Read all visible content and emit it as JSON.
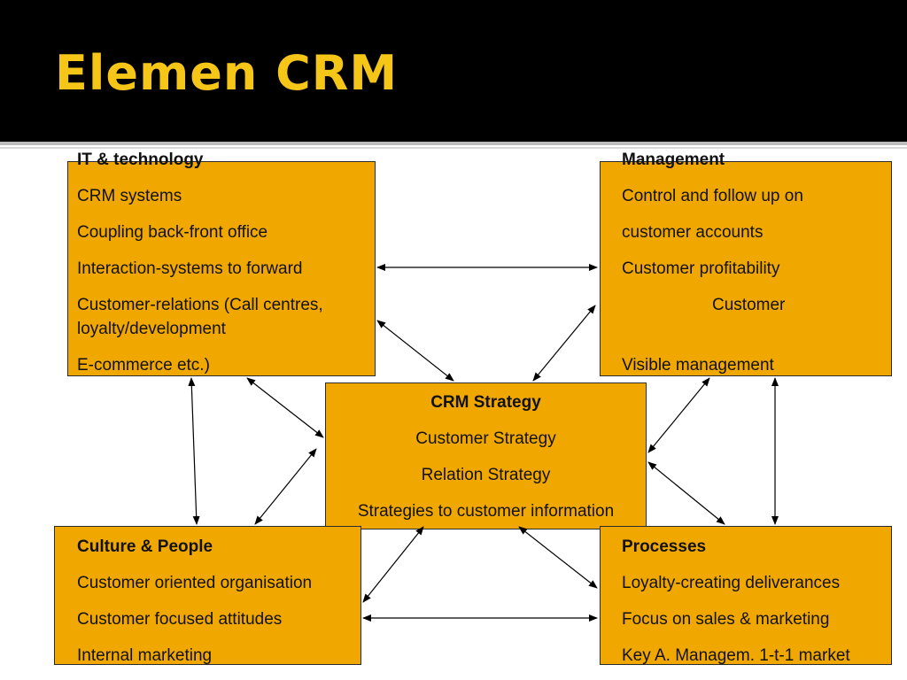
{
  "slide": {
    "title": "Elemen CRM"
  },
  "it_box": {
    "heading": "IT & technology",
    "line1": "CRM systems",
    "line2": "Coupling back-front office",
    "line3": "Interaction-systems to forward",
    "line4": "Customer-relations (Call centres,",
    "line5": "loyalty/development",
    "line6": "E-commerce etc.)"
  },
  "management_box": {
    "heading": "Management",
    "line1": "Control and follow up on",
    "line2": "customer accounts",
    "line3": "Customer profitability",
    "line4": "Customer",
    "line5": "Visible management"
  },
  "strategy_box": {
    "heading": "CRM Strategy",
    "line1": "Customer Strategy",
    "line2": "Relation Strategy",
    "line3": "Strategies to customer information"
  },
  "culture_box": {
    "heading": "Culture & People",
    "line1": "Customer oriented organisation",
    "line2": "Customer focused attitudes",
    "line3": "Internal marketing"
  },
  "processes_box": {
    "heading": "Processes",
    "line1": "Loyalty-creating deliverances",
    "line2": "Focus on sales & marketing",
    "line3": "Key A. Managem. 1-t-1 market"
  },
  "colors": {
    "header": "#000000",
    "title": "#f5c518",
    "box": "#f0a800",
    "arrow": "#000000"
  }
}
